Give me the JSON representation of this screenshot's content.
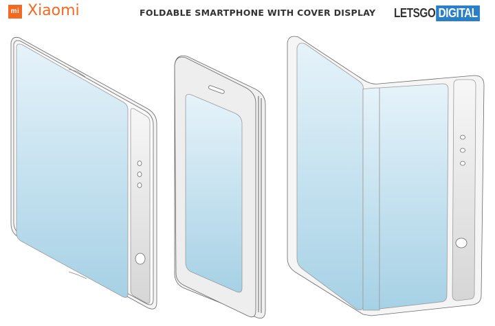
{
  "header": {
    "brand_logo_text": "mi",
    "brand_name": "Xiaomi",
    "title": "FOLDABLE SMARTPHONE WITH COVER DISPLAY",
    "site_logo": {
      "part1": "LETSGO",
      "part2": "DIGITAL"
    }
  },
  "colors": {
    "brand_orange": "#f26a21",
    "site_blue": "#2a7fc9",
    "screen_top": "#e3f1f9",
    "screen_bottom": "#a9d3e6",
    "frame": "#f2f2f2",
    "outline": "#555555"
  },
  "illustrations": [
    {
      "name": "unfolded-phone",
      "description": "Fully unfolded device with cover display strip, 3 camera lenses and fingerprint/flash circle"
    },
    {
      "name": "folded-phone",
      "description": "Folded device showing cover display with earpiece slot"
    },
    {
      "name": "half-folded-phone",
      "description": "Partially folded device showing inner display and side strip with 3 lenses"
    }
  ]
}
